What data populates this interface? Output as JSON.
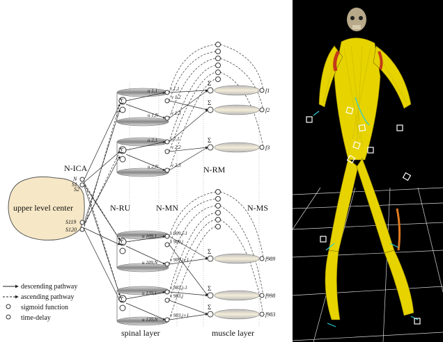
{
  "diagram": {
    "upper_level_center": "upper level center",
    "n_ica": "N-ICA",
    "n_ru": "N-RU",
    "n_mn": "N-MN",
    "n_rm": "N-RM",
    "n_ms": "N-MS",
    "spinal_layer": "spinal layer",
    "muscle_layer": "muscle layer",
    "s_labels": [
      "N",
      "S1",
      "S2",
      "S119",
      "S120"
    ],
    "u_labels": [
      "u 1,1",
      "u 1,N",
      "u 2,1",
      "u 2,N",
      "u 109,1",
      "u 109,N",
      "u 120,1",
      "u 120,N"
    ],
    "v_labels": [
      "v 1,1",
      "v 1,2",
      "v 1,3",
      "v 2,1",
      "v 2,2",
      "v 2,3",
      "v 909,j-1",
      "v 909,j",
      "v 909,j+1",
      "v 983,j-1",
      "v 983,j",
      "v 983,j+1"
    ],
    "f_labels": [
      "f1",
      "f2",
      "f3",
      "f989",
      "f998",
      "f983"
    ],
    "legend": {
      "descending": "descending pathway",
      "ascending": "ascending pathway",
      "sigmoid": "sigmoid function",
      "time_delay": "time-delay"
    }
  },
  "render": {
    "background_color": "#000000",
    "muscle_color": "#e6d300",
    "grid_color": "#ffffff"
  }
}
